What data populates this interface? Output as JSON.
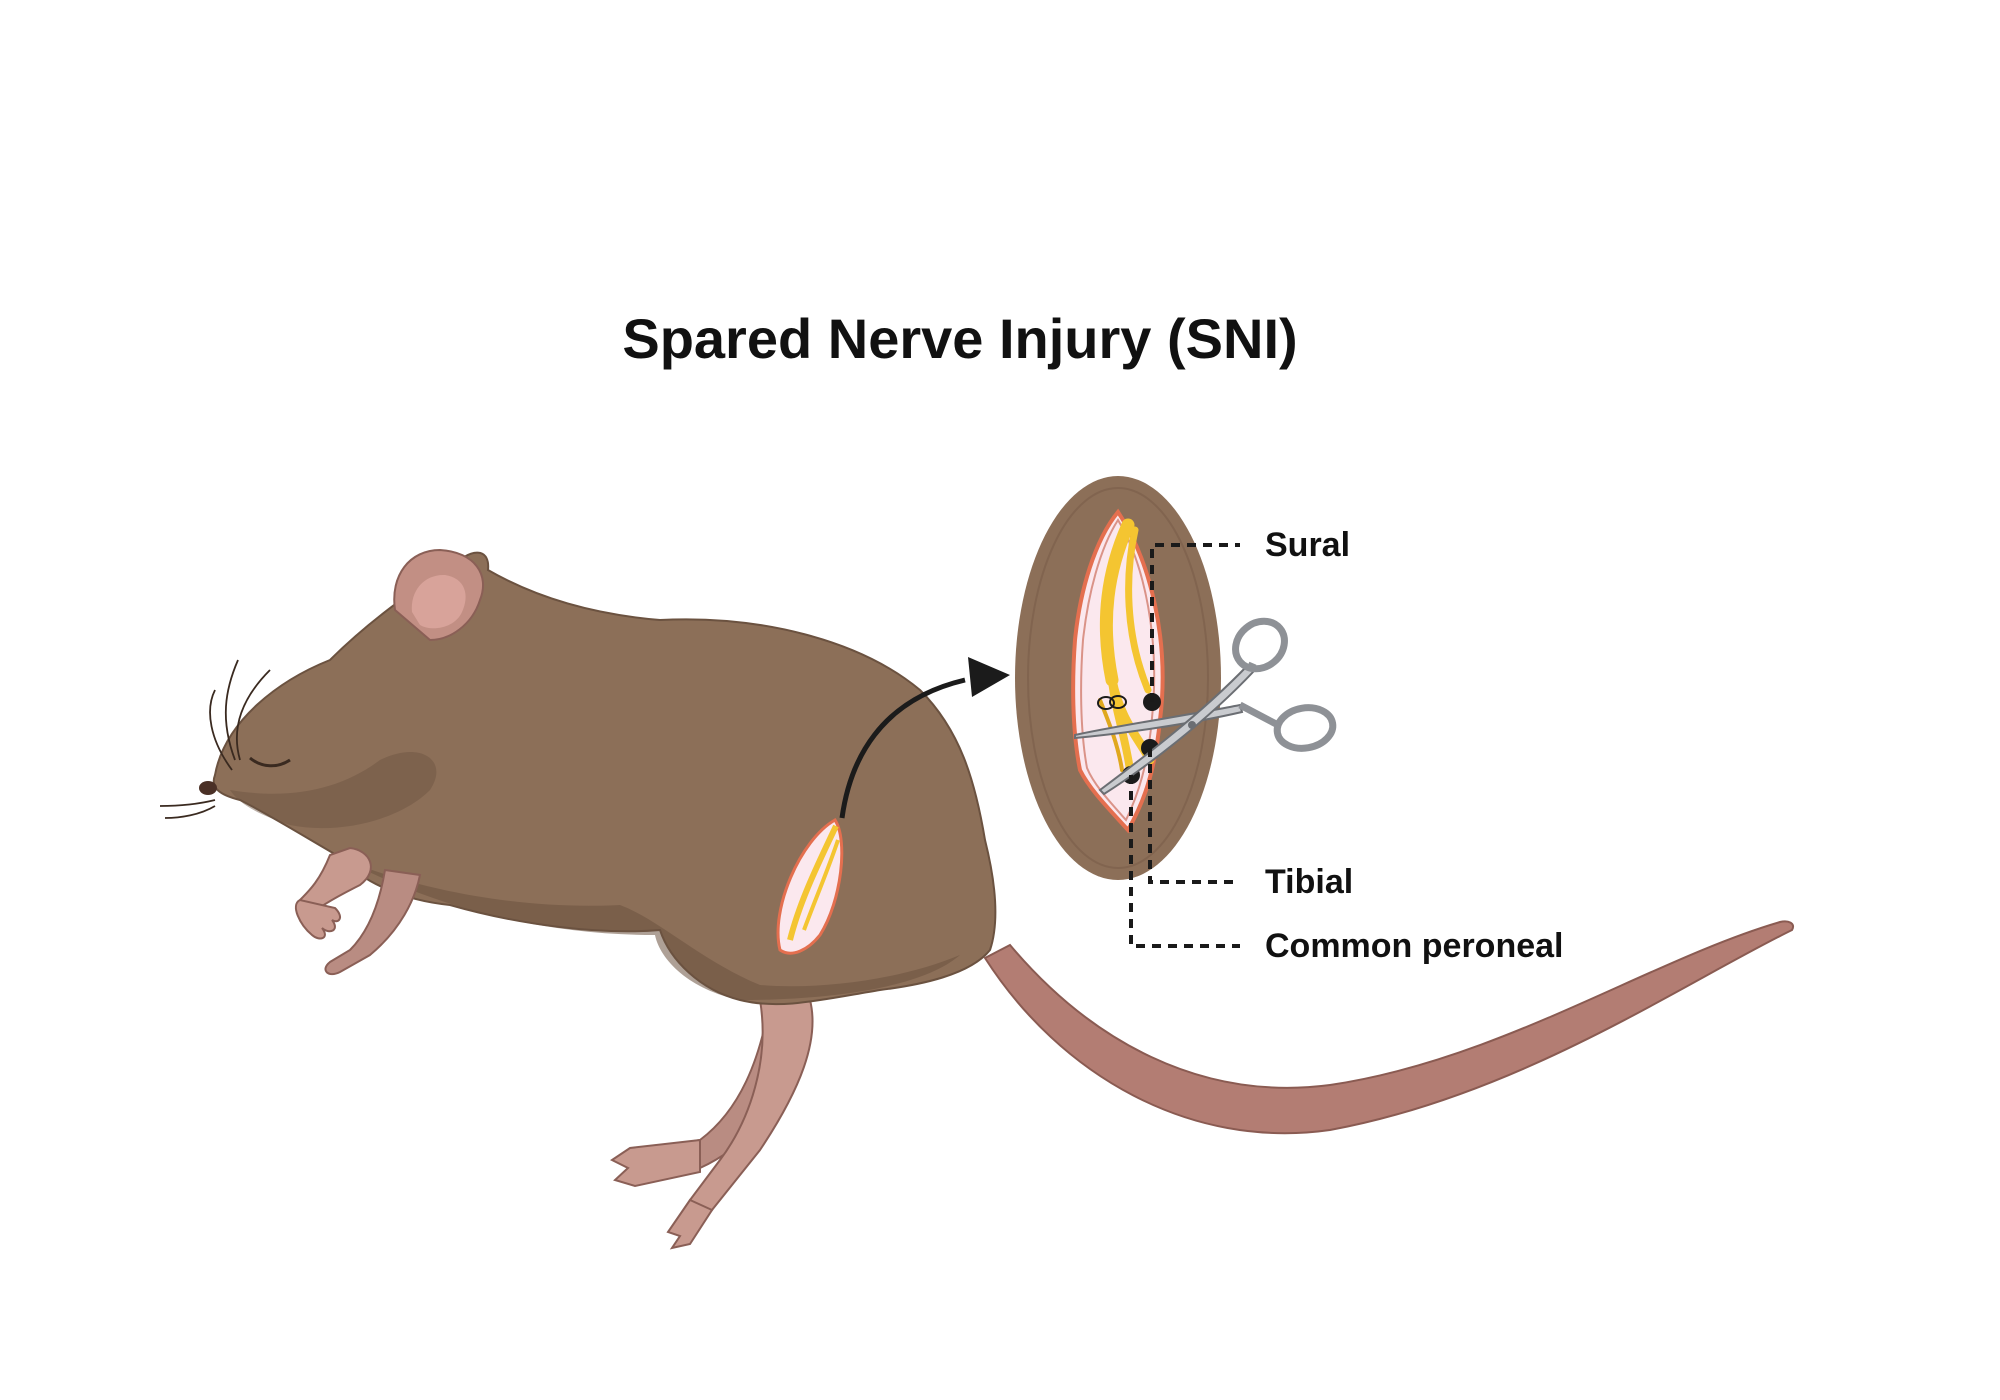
{
  "title": "Spared Nerve Injury (SNI)",
  "labels": {
    "sural": "Sural",
    "tibial": "Tibial",
    "common_peroneal": "Common peroneal"
  },
  "colors": {
    "fur": "#8c6f58",
    "fur_dark": "#6b5240",
    "skin": "#c89a8f",
    "tail": "#b37d73",
    "nerve": "#f4c531",
    "wound": "#fbe8ee",
    "wound_rim": "#e46f4f",
    "ligature": "#1b1b1b"
  }
}
